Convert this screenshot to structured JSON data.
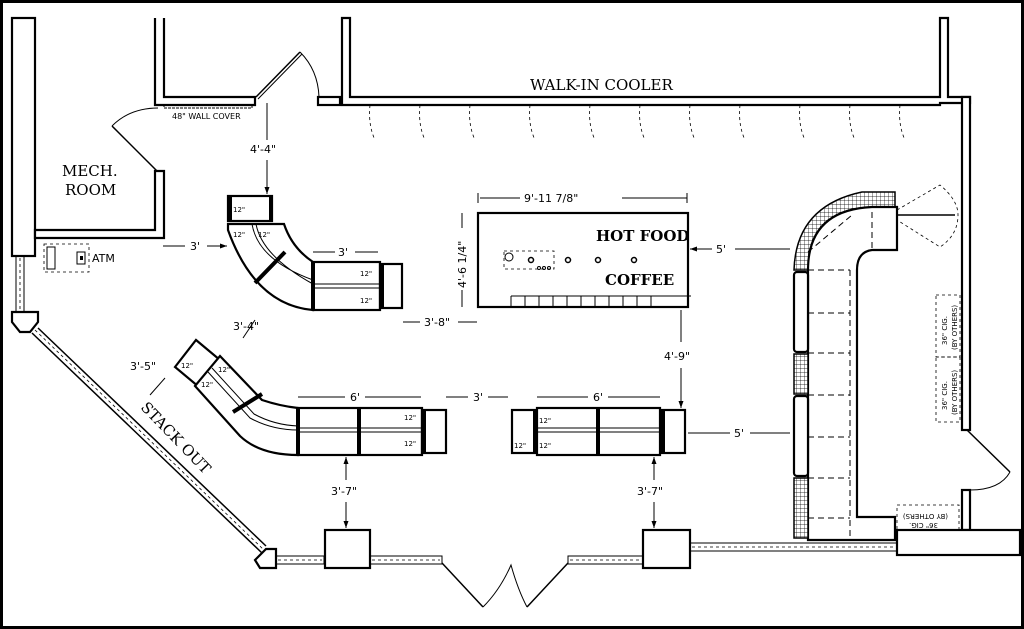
{
  "rooms": {
    "walk_in_cooler": "WALK-IN COOLER",
    "mech_room_line1": "MECH.",
    "mech_room_line2": "ROOM",
    "stack_out": "STACK OUT"
  },
  "fixtures": {
    "wall_cover": "48\" WALL COVER",
    "atm": "ATM",
    "hot_food": "HOT FOOD",
    "coffee": "COFFEE",
    "cig1_line1": "36\" CIG.",
    "cig1_line2": "(BY OTHERS)",
    "cig2_line1": "36\" CIG.",
    "cig2_line2": "(BY OTHERS)",
    "cig3_line1": "36\" CIG.",
    "cig3_line2": "(BY OTHERS)"
  },
  "dimensions": {
    "door_to_gondola": "4'-4\"",
    "mech_to_gondola": "3'",
    "gondola_top_straight": "3'",
    "counter_width": "9'-11 7/8\"",
    "counter_depth": "4'-6 1/4\"",
    "counter_to_checkout": "5'",
    "gondola_to_counter": "3'-8\"",
    "gondola_gap_diag": "3'-4\"",
    "window_gap_diag": "3'-5\"",
    "counter_to_gondola": "4'-9\"",
    "lower_left_straight": "6'",
    "aisle_between": "3'",
    "lower_right_straight": "6'",
    "gondola_to_checkout": "5'",
    "left_to_wall": "3'-7\"",
    "right_to_wall": "3'-7\""
  },
  "shelf_labels": [
    "12\"",
    "12\"",
    "12\"",
    "12\"",
    "12\"",
    "12\"",
    "12\"",
    "12\"",
    "12\"",
    "12\"",
    "12\"",
    "12\"",
    "12\"",
    "12\""
  ]
}
